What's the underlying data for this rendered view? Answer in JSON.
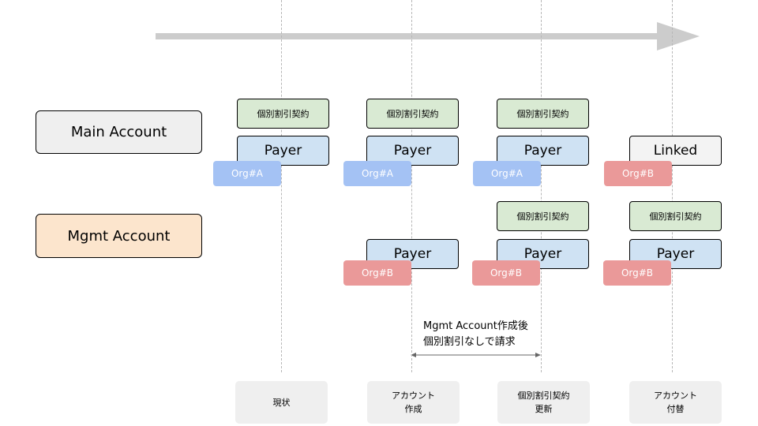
{
  "accounts": {
    "main": {
      "label": "Main Account",
      "color": "#efefef"
    },
    "mgmt": {
      "label": "Mgmt Account",
      "color": "#fce5cd"
    }
  },
  "contract_label": "個別割引契約",
  "payer_label": "Payer",
  "linked_label": "Linked",
  "orgs": {
    "a": "Org#A",
    "b": "Org#B"
  },
  "colors": {
    "contract": "#d9ead3",
    "payer": "#cfe2f3",
    "linked": "#f3f3f3",
    "org_a": "#a4c2f4",
    "org_b": "#ea9999",
    "timeline_arrow": "#cccccc"
  },
  "note": {
    "line1": "Mgmt Account作成後",
    "line2": "個別割引なしで請求"
  },
  "steps": [
    {
      "line1": "現状",
      "line2": ""
    },
    {
      "line1": "アカウント",
      "line2": "作成"
    },
    {
      "line1": "個別割引契約",
      "line2": "更新"
    },
    {
      "line1": "アカウント",
      "line2": "付替"
    }
  ]
}
